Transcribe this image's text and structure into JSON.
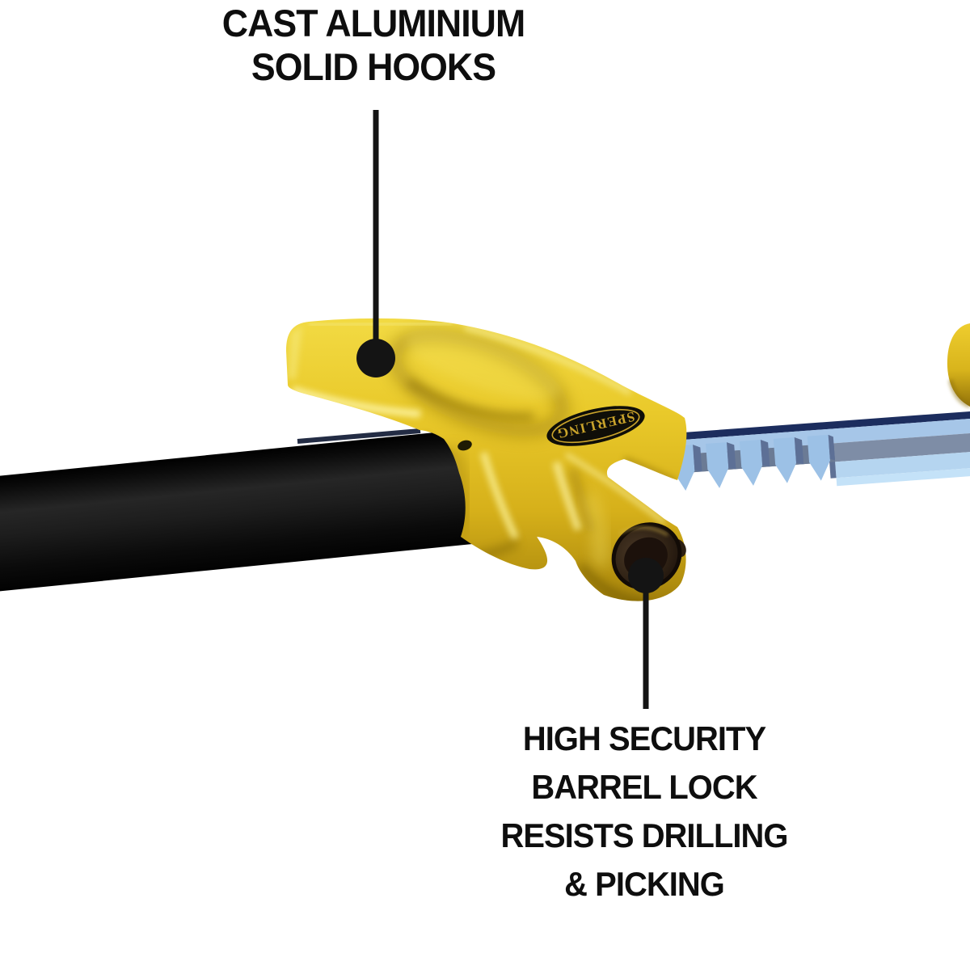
{
  "meta": {
    "image_type": "product-callout-diagram",
    "subject": "steering wheel lock"
  },
  "brand": {
    "name": "SPERLING"
  },
  "callouts": {
    "hooks": {
      "lines": [
        "CAST ALUMINIUM",
        "SOLID HOOKS"
      ],
      "target_part": "cast-aluminium-solid-hook"
    },
    "lock": {
      "lines": [
        "HIGH SECURITY",
        "BARREL LOCK",
        "RESISTS DRILLING",
        "& PICKING"
      ],
      "target_part": "barrel-lock"
    }
  },
  "parts": [
    "hook-arm",
    "clamp-body",
    "barrel-lock",
    "steering-bar-foam-sleeve",
    "ratchet-shaft",
    "far-hook-tip",
    "brand-logo"
  ],
  "colors": {
    "background": "#ffffff",
    "text": "#0e0e0e",
    "callout": "#141414",
    "hook_yellow": "#e8c728",
    "hook_yellow_highlight": "#faf0a0",
    "hook_yellow_shadow": "#8d7010",
    "foam_black": "#141414",
    "shaft_navy": "#1c2d5e",
    "shaft_blue_light": "#a6c6e8",
    "shaft_blue_gray": "#7e8da6",
    "shaft_blue_pale": "#b5d5f0",
    "lock_face_brown": "#38281a",
    "logo_bg": "#0f0e08",
    "logo_gold": "#c9a32b"
  }
}
